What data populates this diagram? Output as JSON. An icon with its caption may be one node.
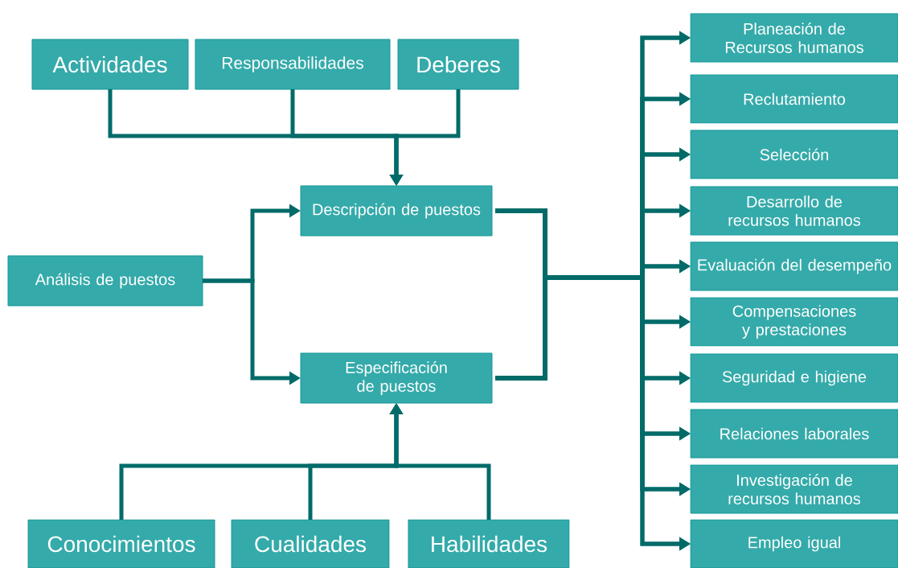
{
  "diagram": {
    "nodes": [
      {
        "text": [
          "Actividades"
        ]
      },
      {
        "text": [
          "Responsabilidades"
        ]
      },
      {
        "text": [
          "Deberes"
        ]
      },
      {
        "text": [
          "Descripción de puestos"
        ]
      },
      {
        "text": [
          "Análisis de puestos"
        ]
      },
      {
        "text": [
          "Especificación de puestos"
        ]
      },
      {
        "text": [
          "Conocimientos"
        ]
      },
      {
        "text": [
          "Cualidades"
        ]
      },
      {
        "text": [
          "Habilidades"
        ]
      },
      {
        "text": [
          "Planeación de Recursos humanos"
        ]
      },
      {
        "text": [
          "Reclutamiento"
        ]
      },
      {
        "text": [
          "Selección"
        ]
      },
      {
        "text": [
          "Desarrollo de recursos humanos"
        ]
      },
      {
        "text": [
          "Evaluación del desempeño"
        ]
      },
      {
        "text": [
          "Compensaciones y prestaciones"
        ]
      },
      {
        "text": [
          "Seguridad e higiene"
        ]
      },
      {
        "text": [
          "Relaciones laborales"
        ]
      },
      {
        "text": [
          "Investigación de recursos humanos"
        ]
      },
      {
        "text": [
          "Empleo igual"
        ]
      }
    ],
    "edges": [
      {
        "from": 0,
        "to": 3,
        "arrow": "to"
      },
      {
        "from": 1,
        "to": 3,
        "arrow": "to"
      },
      {
        "from": 2,
        "to": 3,
        "arrow": "to"
      },
      {
        "from": 4,
        "to": 3,
        "arrow": "to"
      },
      {
        "from": 4,
        "to": 5,
        "arrow": "to"
      },
      {
        "from": 6,
        "to": 5,
        "arrow": "to"
      },
      {
        "from": 7,
        "to": 5,
        "arrow": "to"
      },
      {
        "from": 8,
        "to": 5,
        "arrow": "to"
      },
      {
        "from": 3,
        "to": 9,
        "arrow": "to"
      },
      {
        "from": 3,
        "to": 10,
        "arrow": "to"
      },
      {
        "from": 3,
        "to": 11,
        "arrow": "to"
      },
      {
        "from": 3,
        "to": 12,
        "arrow": "to"
      },
      {
        "from": 3,
        "to": 13,
        "arrow": "to"
      },
      {
        "from": 3,
        "to": 14,
        "arrow": "to"
      },
      {
        "from": 3,
        "to": 15,
        "arrow": "to"
      },
      {
        "from": 3,
        "to": 16,
        "arrow": "to"
      },
      {
        "from": 3,
        "to": 17,
        "arrow": "to"
      },
      {
        "from": 3,
        "to": 18,
        "arrow": "to"
      },
      {
        "from": 5,
        "to": 9,
        "arrow": "to"
      },
      {
        "from": 5,
        "to": 10,
        "arrow": "to"
      },
      {
        "from": 5,
        "to": 11,
        "arrow": "to"
      },
      {
        "from": 5,
        "to": 12,
        "arrow": "to"
      },
      {
        "from": 5,
        "to": 13,
        "arrow": "to"
      },
      {
        "from": 5,
        "to": 14,
        "arrow": "to"
      },
      {
        "from": 5,
        "to": 15,
        "arrow": "to"
      },
      {
        "from": 5,
        "to": 16,
        "arrow": "to"
      },
      {
        "from": 5,
        "to": 17,
        "arrow": "to"
      },
      {
        "from": 5,
        "to": 18,
        "arrow": "to"
      }
    ]
  }
}
